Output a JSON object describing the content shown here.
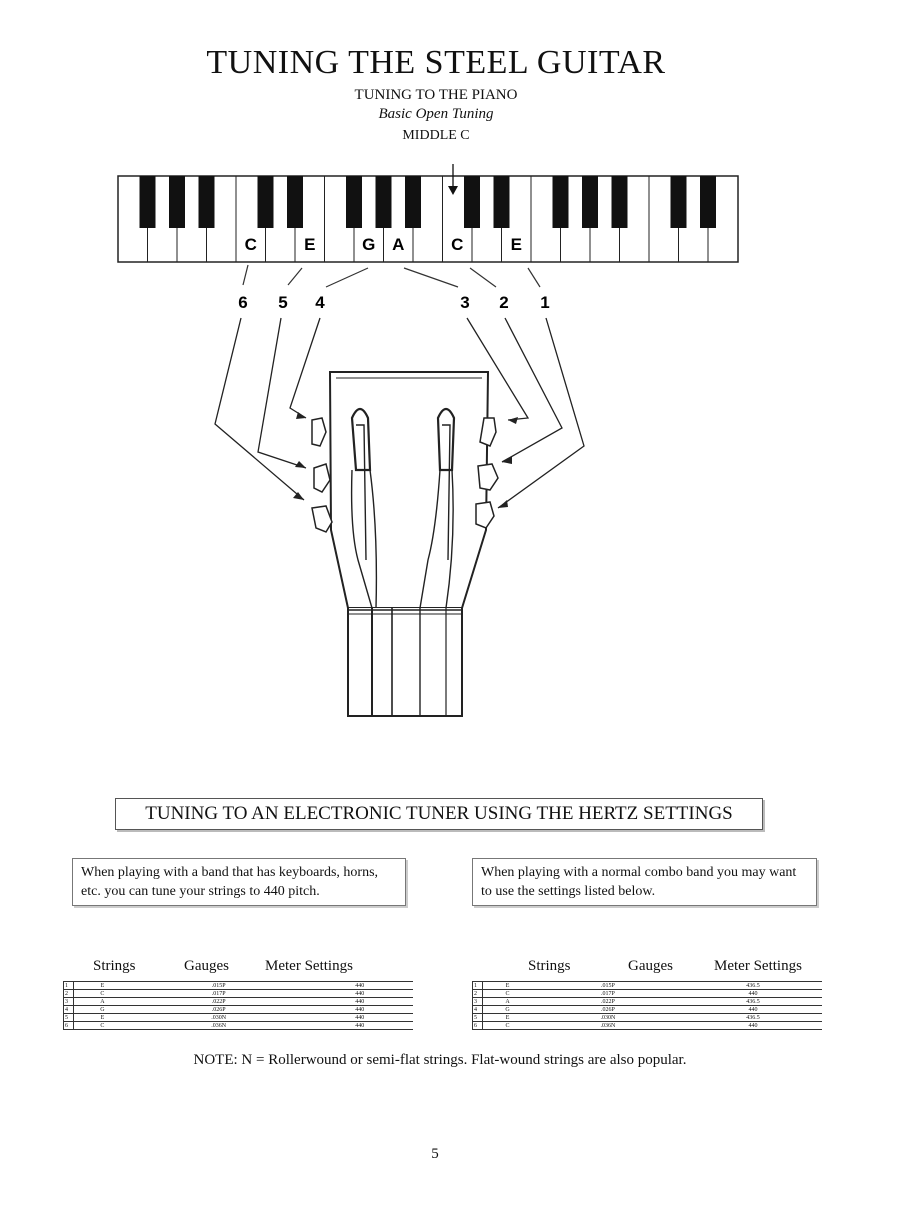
{
  "header": {
    "title": "TUNING THE STEEL GUITAR",
    "subtitle": "TUNING TO THE PIANO",
    "subtitle_italic": "Basic Open Tuning",
    "middle_c": "MIDDLE C"
  },
  "keyboard": {
    "labels": [
      "C",
      "E",
      "G",
      "A",
      "C",
      "E"
    ]
  },
  "string_numbers": [
    "6",
    "5",
    "4",
    "3",
    "2",
    "1"
  ],
  "hertz_heading": "TUNING TO AN ELECTRONIC TUNER USING THE HERTZ SETTINGS",
  "notes": {
    "left": "When playing with a band that has keyboards, horns, etc. you can tune your strings to 440 pitch.",
    "right": "When playing with a normal combo band you may want to use the settings listed below."
  },
  "tables": {
    "headers": {
      "strings": "Strings",
      "gauges": "Gauges",
      "meter": "Meter Settings"
    },
    "left_rows": [
      [
        "1",
        "E",
        ".015P",
        "440"
      ],
      [
        "2",
        "C",
        ".017P",
        "440"
      ],
      [
        "3",
        "A",
        ".022P",
        "440"
      ],
      [
        "4",
        "G",
        ".026P",
        "440"
      ],
      [
        "5",
        "E",
        ".030N",
        "440"
      ],
      [
        "6",
        "C",
        ".036N",
        "440"
      ]
    ],
    "right_rows": [
      [
        "1",
        "E",
        ".015P",
        "436.5"
      ],
      [
        "2",
        "C",
        ".017P",
        "440"
      ],
      [
        "3",
        "A",
        ".022P",
        "436.5"
      ],
      [
        "4",
        "G",
        ".026P",
        "440"
      ],
      [
        "5",
        "E",
        ".030N",
        "436.5"
      ],
      [
        "6",
        "C",
        ".036N",
        "440"
      ]
    ]
  },
  "footer": {
    "note": "NOTE: N = Rollerwound or semi-flat strings.  Flat-wound strings are also popular.",
    "page_number": "5"
  }
}
